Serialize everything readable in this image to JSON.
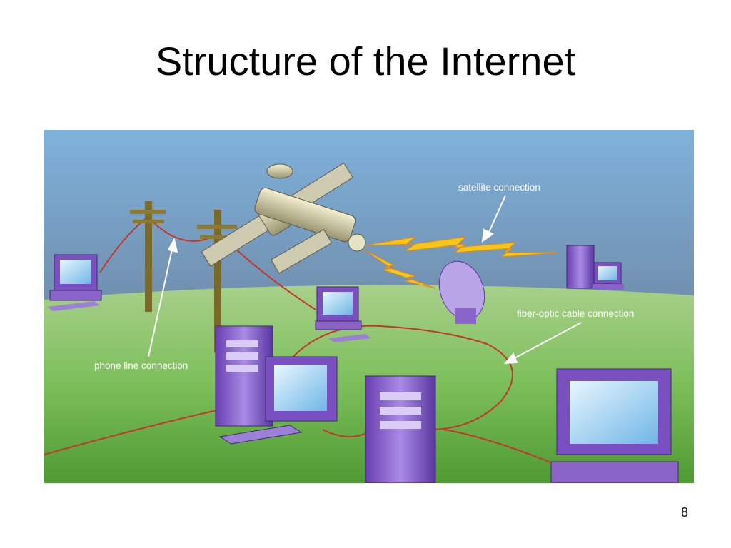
{
  "slide": {
    "title": "Structure of the Internet",
    "page_number": "8"
  },
  "diagram": {
    "labels": {
      "satellite": "satellite connection",
      "fiber": "fiber-optic cable connection",
      "phone": "phone line connection"
    }
  },
  "colors": {
    "sky_top": "#7fb2db",
    "sky_bottom": "#4f5b6e",
    "grass": "#6ab04c",
    "computer": "#8a63c9",
    "cable": "#c0392b",
    "lightning": "#f5c518",
    "pole": "#7a6a2a"
  }
}
